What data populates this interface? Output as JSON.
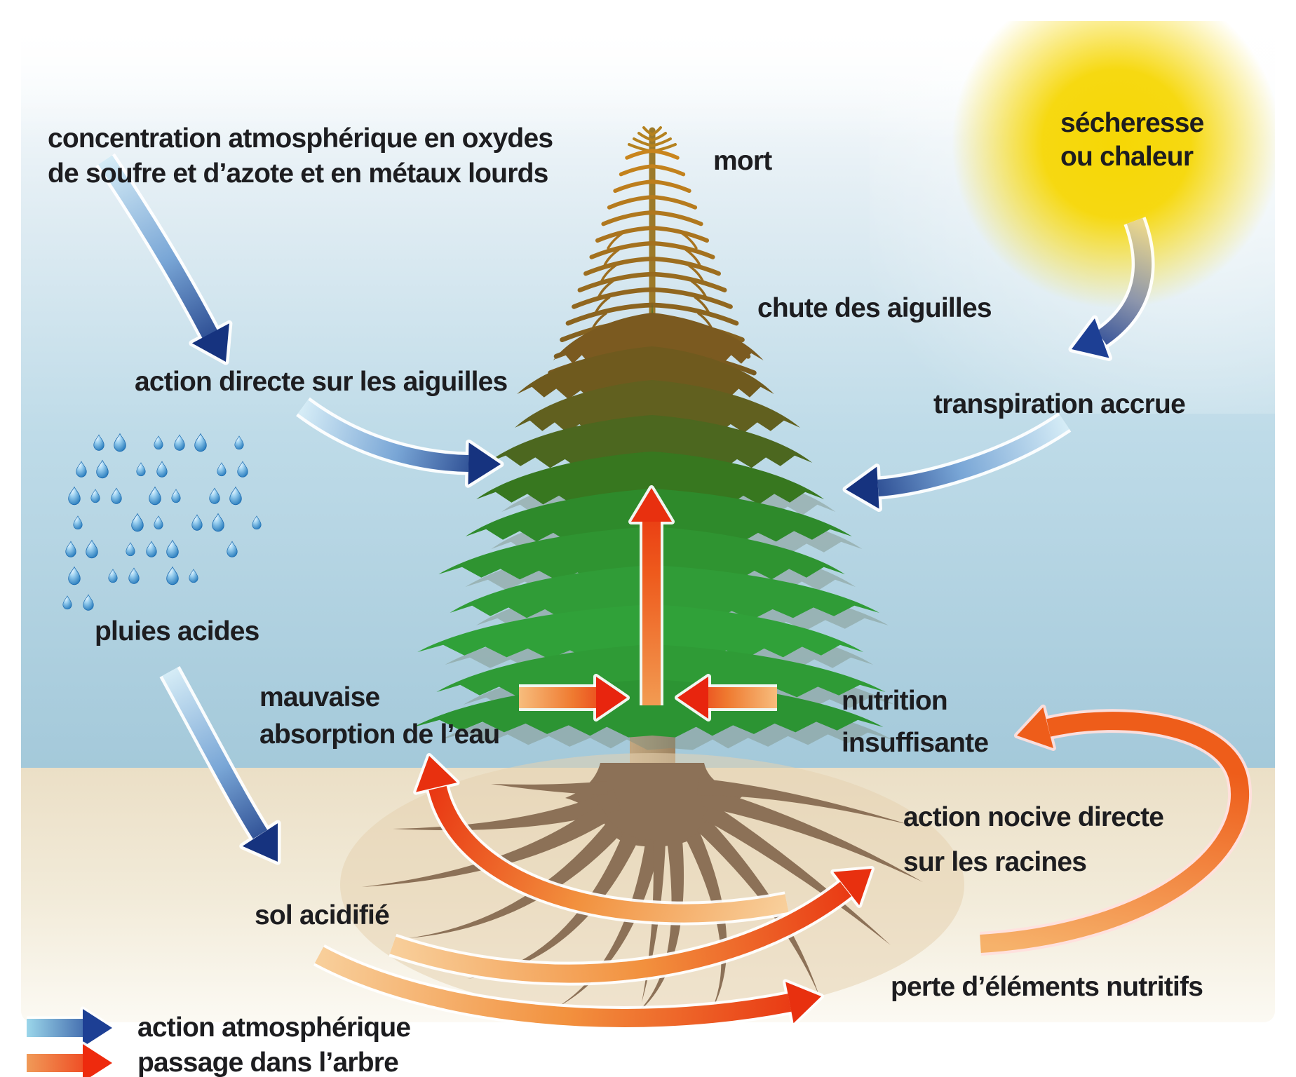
{
  "labels": {
    "concentration": {
      "line1": "concentration atmosphérique en oxydes",
      "line2": "de soufre et d’azote et en métaux lourds"
    },
    "mort": "mort",
    "secheresse": {
      "line1": "sécheresse",
      "line2": "ou chaleur"
    },
    "chute": "chute des aiguilles",
    "action_directe": "action directe sur les aiguilles",
    "transpiration": "transpiration accrue",
    "pluies": "pluies acides",
    "mauvaise": {
      "line1": "mauvaise",
      "line2": "absorption de l’eau"
    },
    "nutrition": {
      "line1": "nutrition",
      "line2": "insuffisante"
    },
    "action_nocive": {
      "line1": "action nocive directe",
      "line2": "sur les racines"
    },
    "sol": "sol acidifié",
    "perte": "perte d’éléments nutritifs"
  },
  "legend": {
    "items": [
      {
        "label": "action atmosphérique",
        "arrow": "blue-gradient"
      },
      {
        "label": "passage dans l’arbre",
        "arrow": "orange-red-gradient"
      }
    ]
  },
  "colors": {
    "sky": "#a6cadb",
    "soil": "#ece1c8",
    "sun": "#f7d704",
    "healthy_foliage": "#2f9636",
    "dead_foliage": "#c9851d",
    "trunk": "#b49976",
    "roots": "#8c7157",
    "raindrop": "#1d74b8",
    "atmospheric_arrow_light": "#d5ecf6",
    "atmospheric_arrow_dark": "#16337f",
    "tree_arrow_light": "#f8cf9b",
    "tree_arrow_red": "#e8250e",
    "text": "#1d1d20"
  }
}
